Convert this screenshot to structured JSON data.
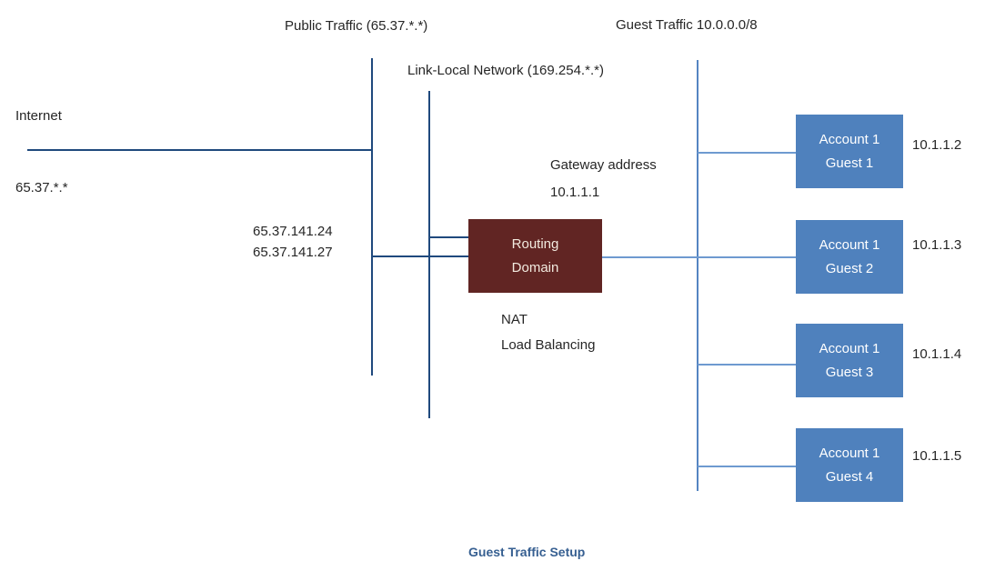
{
  "diagram_title": "Guest Traffic Setup",
  "labels": {
    "public_traffic": "Public Traffic (65.37.*.*)",
    "guest_traffic": "Guest Traffic 10.0.0.0/8",
    "link_local": "Link-Local Network (169.254.*.*)",
    "internet": "Internet",
    "public_ip_range": "65.37.*.*",
    "public_ip_1": "65.37.141.24",
    "public_ip_2": "65.37.141.27",
    "gateway_line1": "Gateway address",
    "gateway_line2": "10.1.1.1",
    "nat": "NAT",
    "load_balancing": "Load Balancing"
  },
  "routing_domain": {
    "line1": "Routing",
    "line2": "Domain"
  },
  "guests": [
    {
      "line1": "Account 1",
      "line2": "Guest 1",
      "ip": "10.1.1.2"
    },
    {
      "line1": "Account 1",
      "line2": "Guest 2",
      "ip": "10.1.1.3"
    },
    {
      "line1": "Account 1",
      "line2": "Guest 3",
      "ip": "10.1.1.4"
    },
    {
      "line1": "Account 1",
      "line2": "Guest 4",
      "ip": "10.1.1.5"
    }
  ],
  "colors": {
    "public_network_line": "#1F497D",
    "guest_network_line": "#5585C2",
    "guest_connector_line": "#6E9AD0",
    "routing_domain_fill": "#612523",
    "routing_domain_text": "#F2EADF",
    "account_box_fill": "#4F81BD",
    "account_box_text": "#FFFFFF",
    "caption_text": "#365F91",
    "label_text": "#262626"
  }
}
